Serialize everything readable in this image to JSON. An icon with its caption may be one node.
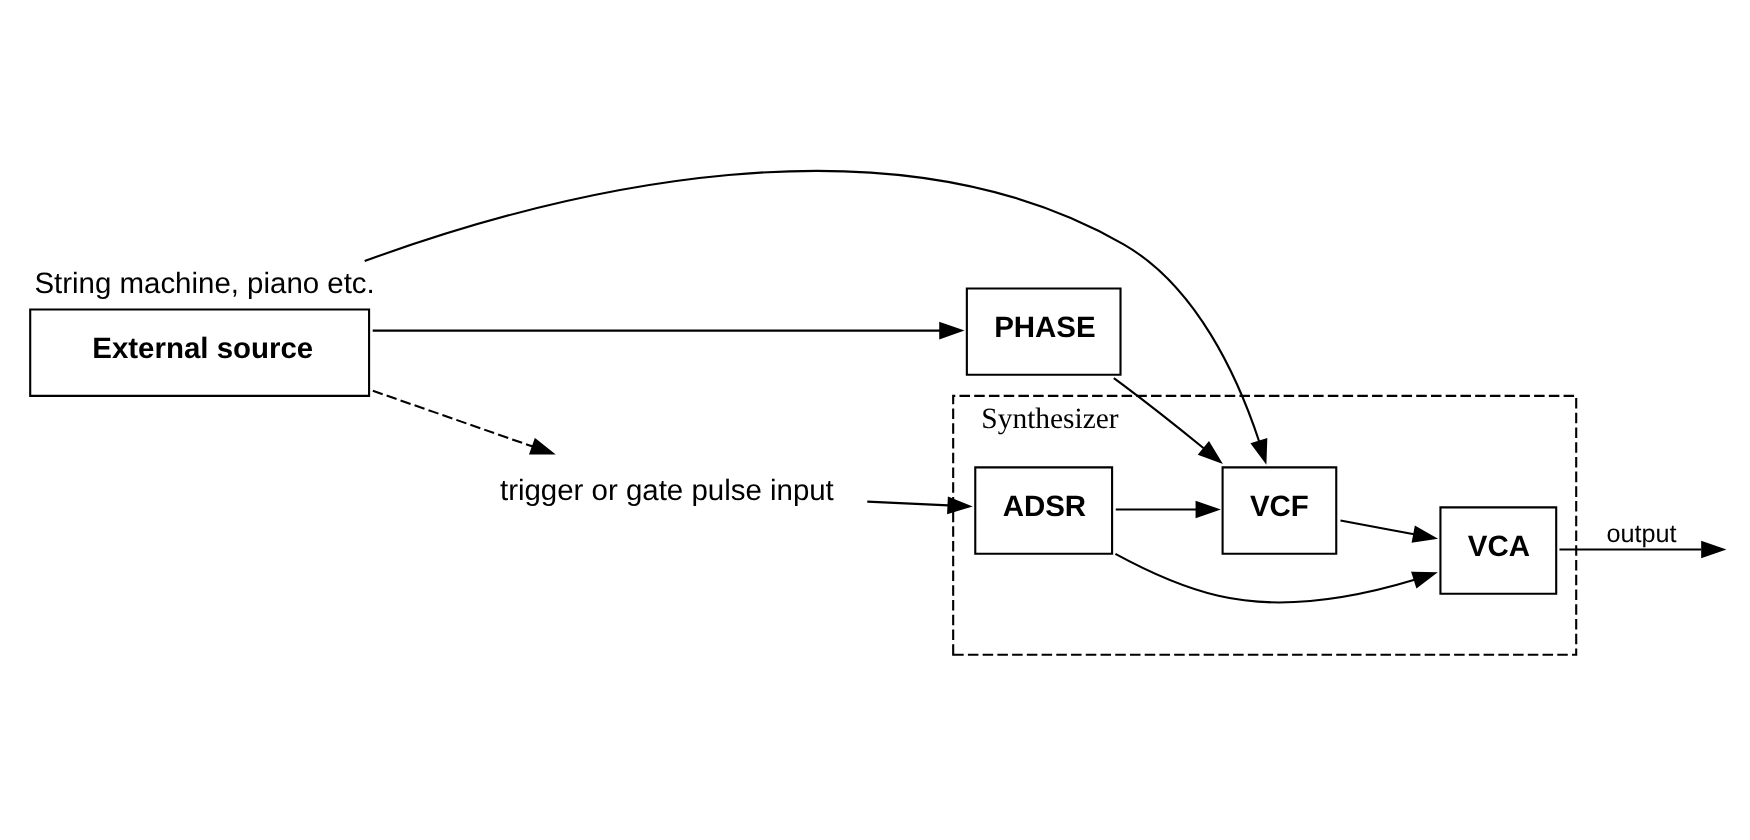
{
  "diagram": {
    "nodes": [
      {
        "text": [
          "Synthesizer"
        ]
      },
      {
        "text": [
          "External source"
        ],
        "beside": [
          "String machine, piano etc."
        ]
      },
      {
        "text": [
          "PHASE"
        ]
      },
      {
        "text": [
          "VCF"
        ],
        "in": 0
      },
      {
        "text": [
          "VCA"
        ],
        "in": 0
      },
      {
        "text": [
          "ADSR"
        ],
        "in": 0
      },
      {
        "text": [
          "trigger or gate pulse input"
        ]
      }
    ],
    "edges": [
      {
        "from": 1,
        "to": 3,
        "arrow": "to"
      },
      {
        "from": 1,
        "to": 2,
        "arrow": "to"
      },
      {
        "from": 2,
        "to": 3,
        "arrow": "to"
      },
      {
        "from": 3,
        "to": 4,
        "arrow": "to"
      },
      {
        "from": 4,
        "to": null,
        "arrow": "to",
        "label": "output"
      },
      {
        "from": 1,
        "to": 6,
        "arrow": "to",
        "style": "dashed"
      },
      {
        "from": 6,
        "to": 5,
        "arrow": "to"
      },
      {
        "from": 5,
        "to": 3,
        "arrow": "to"
      },
      {
        "from": 5,
        "to": 4,
        "arrow": "to"
      }
    ]
  }
}
